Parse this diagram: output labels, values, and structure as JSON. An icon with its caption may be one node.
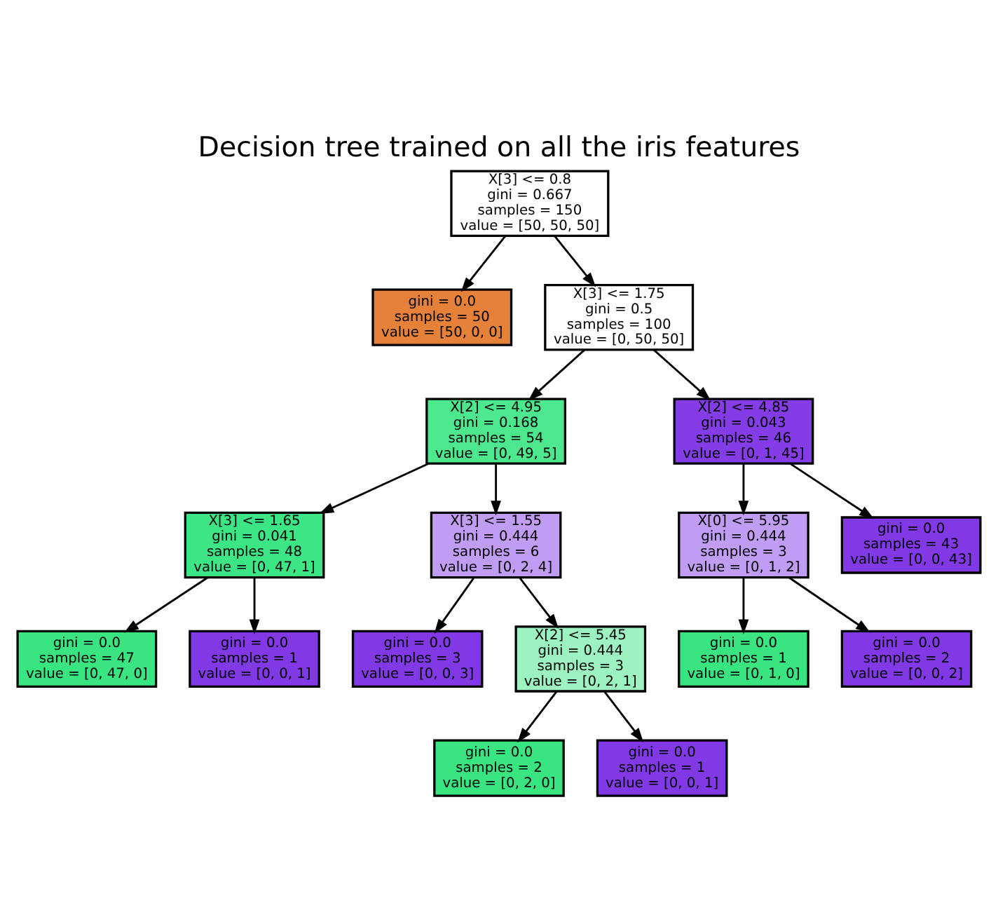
{
  "diagram": {
    "title": "Decision tree trained on all the iris features",
    "nodes": [
      {
        "text": [
          "X[3] <= 0.8",
          "gini = 0.667",
          "samples = 150",
          "value = [50, 50, 50]"
        ]
      },
      {
        "text": [
          "gini = 0.0",
          "samples = 50",
          "value = [50, 0, 0]"
        ]
      },
      {
        "text": [
          "X[3] <= 1.75",
          "gini = 0.5",
          "samples = 100",
          "value = [0, 50, 50]"
        ]
      },
      {
        "text": [
          "X[2] <= 4.95",
          "gini = 0.168",
          "samples = 54",
          "value = [0, 49, 5]"
        ]
      },
      {
        "text": [
          "X[2] <= 4.85",
          "gini = 0.043",
          "samples = 46",
          "value = [0, 1, 45]"
        ]
      },
      {
        "text": [
          "X[3] <= 1.65",
          "gini = 0.041",
          "samples = 48",
          "value = [0, 47, 1]"
        ]
      },
      {
        "text": [
          "X[3] <= 1.55",
          "gini = 0.444",
          "samples = 6",
          "value = [0, 2, 4]"
        ]
      },
      {
        "text": [
          "X[0] <= 5.95",
          "gini = 0.444",
          "samples = 3",
          "value = [0, 1, 2]"
        ]
      },
      {
        "text": [
          "gini = 0.0",
          "samples = 43",
          "value = [0, 0, 43]"
        ]
      },
      {
        "text": [
          "gini = 0.0",
          "samples = 47",
          "value = [0, 47, 0]"
        ]
      },
      {
        "text": [
          "gini = 0.0",
          "samples = 1",
          "value = [0, 0, 1]"
        ]
      },
      {
        "text": [
          "gini = 0.0",
          "samples = 3",
          "value = [0, 0, 3]"
        ]
      },
      {
        "text": [
          "X[2] <= 5.45",
          "gini = 0.444",
          "samples = 3",
          "value = [0, 2, 1]"
        ]
      },
      {
        "text": [
          "gini = 0.0",
          "samples = 1",
          "value = [0, 1, 0]"
        ]
      },
      {
        "text": [
          "gini = 0.0",
          "samples = 2",
          "value = [0, 0, 2]"
        ]
      },
      {
        "text": [
          "gini = 0.0",
          "samples = 2",
          "value = [0, 2, 0]"
        ]
      },
      {
        "text": [
          "gini = 0.0",
          "samples = 1",
          "value = [0, 0, 1]"
        ]
      }
    ],
    "edges": [
      {
        "from": 0,
        "to": 1,
        "arrow": "to"
      },
      {
        "from": 0,
        "to": 2,
        "arrow": "to"
      },
      {
        "from": 2,
        "to": 3,
        "arrow": "to"
      },
      {
        "from": 2,
        "to": 4,
        "arrow": "to"
      },
      {
        "from": 3,
        "to": 5,
        "arrow": "to"
      },
      {
        "from": 3,
        "to": 6,
        "arrow": "to"
      },
      {
        "from": 4,
        "to": 7,
        "arrow": "to"
      },
      {
        "from": 4,
        "to": 8,
        "arrow": "to"
      },
      {
        "from": 5,
        "to": 9,
        "arrow": "to"
      },
      {
        "from": 5,
        "to": 10,
        "arrow": "to"
      },
      {
        "from": 6,
        "to": 11,
        "arrow": "to"
      },
      {
        "from": 6,
        "to": 12,
        "arrow": "to"
      },
      {
        "from": 7,
        "to": 13,
        "arrow": "to"
      },
      {
        "from": 7,
        "to": 14,
        "arrow": "to"
      },
      {
        "from": 12,
        "to": 15,
        "arrow": "to"
      },
      {
        "from": 12,
        "to": 16,
        "arrow": "to"
      }
    ]
  }
}
